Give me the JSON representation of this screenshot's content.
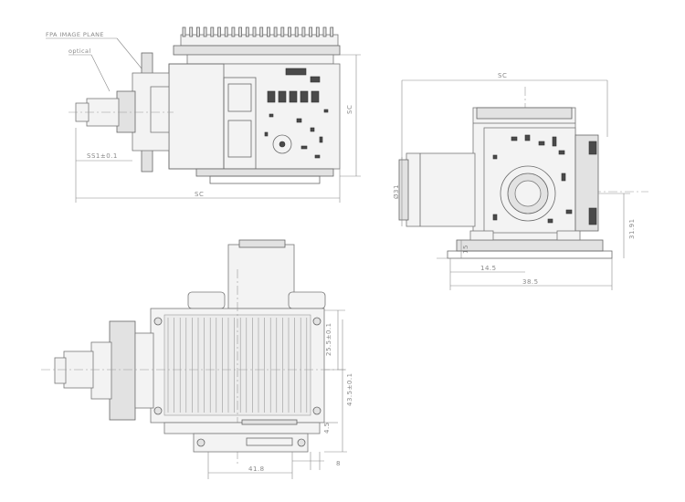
{
  "diagram": {
    "labels": {
      "fpa_image_plane": "FPA IMAGE PLANE",
      "optical": "optical"
    },
    "dims": {
      "side_length": "SC",
      "side_height": "SC",
      "side_lens": "SS1±0.1",
      "front_width_top": "SC",
      "front_diameter": "Ø31",
      "front_right_h": "31.91",
      "front_base_h": "15",
      "front_left_w": "14.5",
      "front_total_w": "38.5",
      "top_h1": "25.5±0.1",
      "top_h2": "43.5±0.1",
      "top_h3": "4.5",
      "top_bottom_w": "41.8",
      "top_small": "8"
    }
  }
}
